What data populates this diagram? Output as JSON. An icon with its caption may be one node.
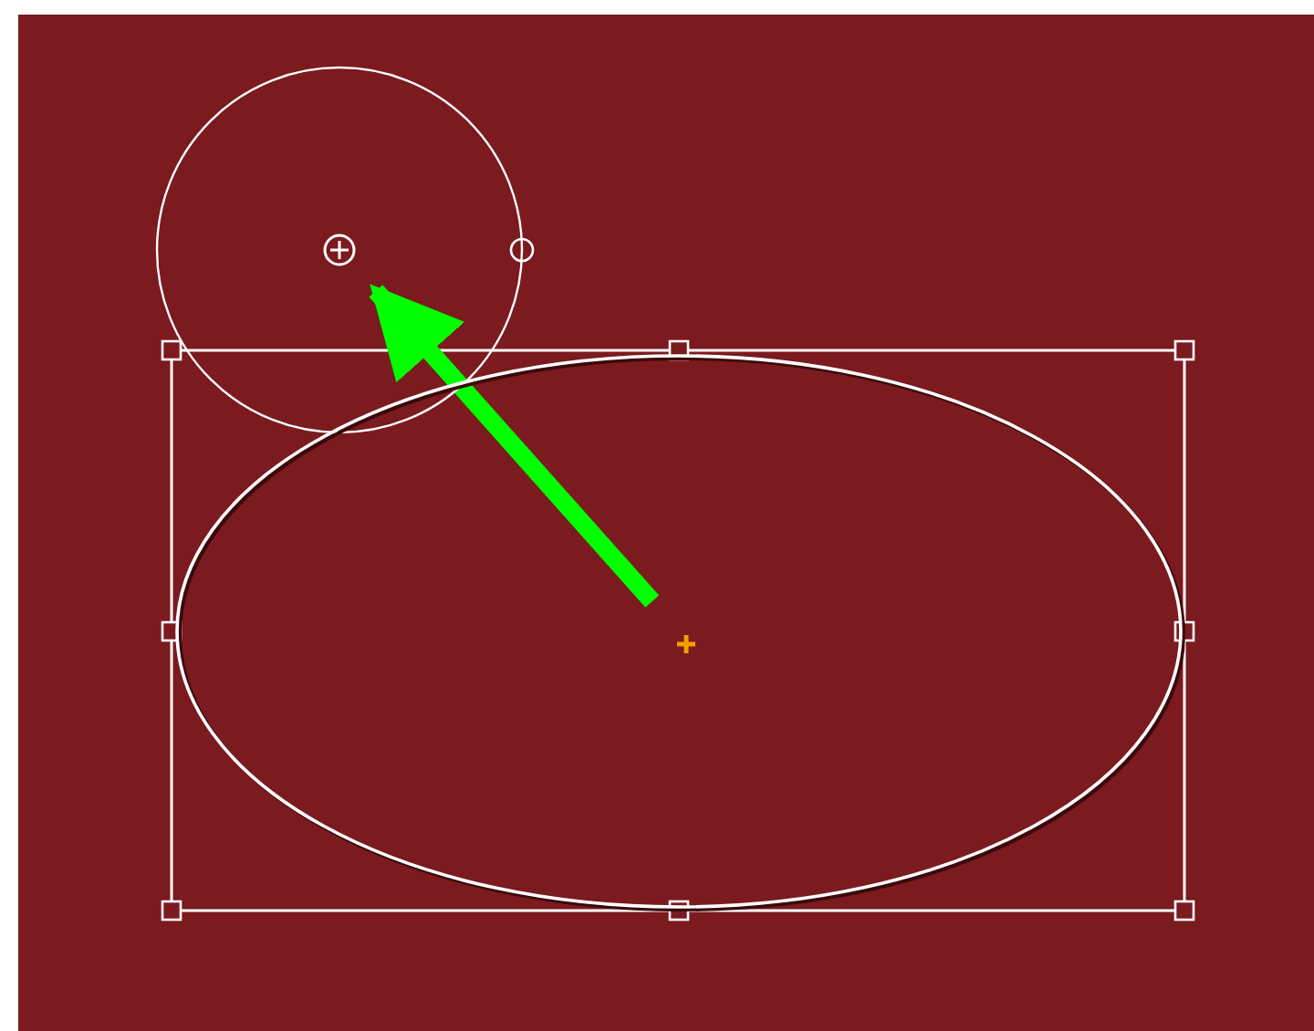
{
  "diagram": {
    "nodes": [
      {
        "text": [],
        "shape": "circle"
      },
      {
        "text": [],
        "shape": "ellipse"
      }
    ],
    "edges": [
      {
        "from": 1,
        "to": 0,
        "arrow": "to"
      }
    ]
  }
}
